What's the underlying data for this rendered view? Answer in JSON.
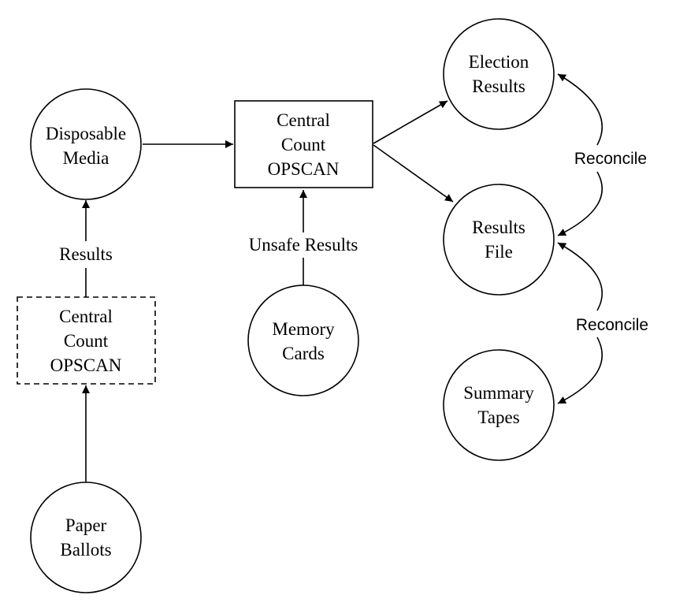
{
  "nodes": {
    "disposable_media": [
      "Disposable",
      "Media"
    ],
    "central_count_top": [
      "Central",
      "Count",
      "OPSCAN"
    ],
    "central_count_dashed": [
      "Central",
      "Count",
      "OPSCAN"
    ],
    "paper_ballots": [
      "Paper",
      "Ballots"
    ],
    "memory_cards": [
      "Memory",
      "Cards"
    ],
    "election_results": [
      "Election",
      "Results"
    ],
    "results_file": [
      "Results",
      "File"
    ],
    "summary_tapes": [
      "Summary",
      "Tapes"
    ]
  },
  "edges": {
    "results": "Results",
    "unsafe_results": "Unsafe Results",
    "reconcile_upper": "Reconcile",
    "reconcile_lower": "Reconcile"
  }
}
